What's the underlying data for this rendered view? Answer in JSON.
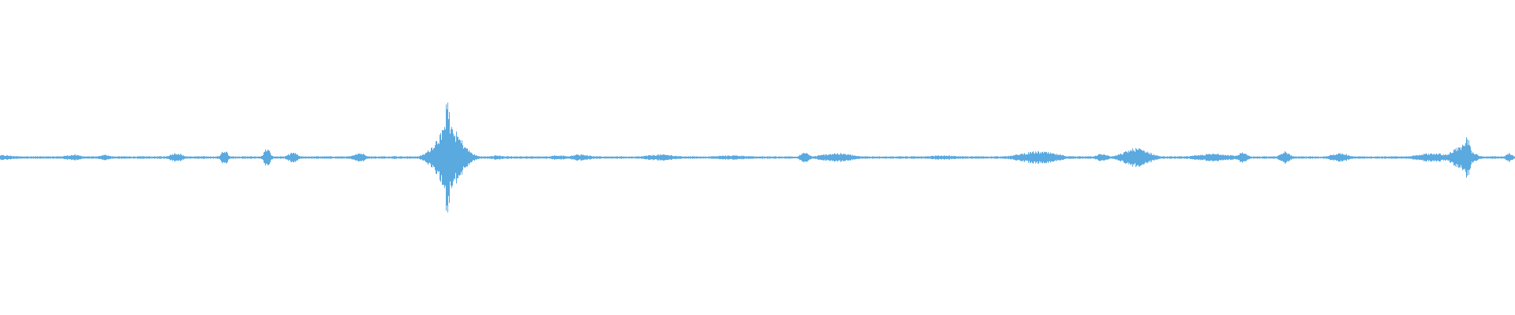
{
  "waveform": {
    "color": "#5aa9df",
    "background": "#ffffff",
    "bursts": [
      {
        "pos": 0.0,
        "amp": 0.045,
        "width": 0.01
      },
      {
        "pos": 0.048,
        "amp": 0.05,
        "width": 0.006
      },
      {
        "pos": 0.069,
        "amp": 0.05,
        "width": 0.004
      },
      {
        "pos": 0.116,
        "amp": 0.085,
        "width": 0.004
      },
      {
        "pos": 0.148,
        "amp": 0.14,
        "width": 0.002
      },
      {
        "pos": 0.176,
        "amp": 0.165,
        "width": 0.002
      },
      {
        "pos": 0.193,
        "amp": 0.095,
        "width": 0.003
      },
      {
        "pos": 0.237,
        "amp": 0.085,
        "width": 0.004
      },
      {
        "pos": 0.26,
        "amp": 0.03,
        "width": 0.002
      },
      {
        "pos": 0.295,
        "amp": 1.0,
        "width": 0.002
      },
      {
        "pos": 0.296,
        "amp": 0.55,
        "width": 0.008
      },
      {
        "pos": 0.328,
        "amp": 0.04,
        "width": 0.004
      },
      {
        "pos": 0.368,
        "amp": 0.04,
        "width": 0.006
      },
      {
        "pos": 0.383,
        "amp": 0.06,
        "width": 0.006
      },
      {
        "pos": 0.436,
        "amp": 0.055,
        "width": 0.01
      },
      {
        "pos": 0.483,
        "amp": 0.04,
        "width": 0.012
      },
      {
        "pos": 0.531,
        "amp": 0.09,
        "width": 0.003
      },
      {
        "pos": 0.552,
        "amp": 0.08,
        "width": 0.01
      },
      {
        "pos": 0.622,
        "amp": 0.04,
        "width": 0.01
      },
      {
        "pos": 0.685,
        "amp": 0.11,
        "width": 0.012
      },
      {
        "pos": 0.727,
        "amp": 0.065,
        "width": 0.004
      },
      {
        "pos": 0.75,
        "amp": 0.17,
        "width": 0.008
      },
      {
        "pos": 0.802,
        "amp": 0.07,
        "width": 0.012
      },
      {
        "pos": 0.82,
        "amp": 0.095,
        "width": 0.003
      },
      {
        "pos": 0.848,
        "amp": 0.11,
        "width": 0.003
      },
      {
        "pos": 0.884,
        "amp": 0.075,
        "width": 0.006
      },
      {
        "pos": 0.945,
        "amp": 0.08,
        "width": 0.01
      },
      {
        "pos": 0.968,
        "amp": 0.4,
        "width": 0.002
      },
      {
        "pos": 0.965,
        "amp": 0.22,
        "width": 0.006
      },
      {
        "pos": 0.996,
        "amp": 0.09,
        "width": 0.002
      }
    ]
  }
}
